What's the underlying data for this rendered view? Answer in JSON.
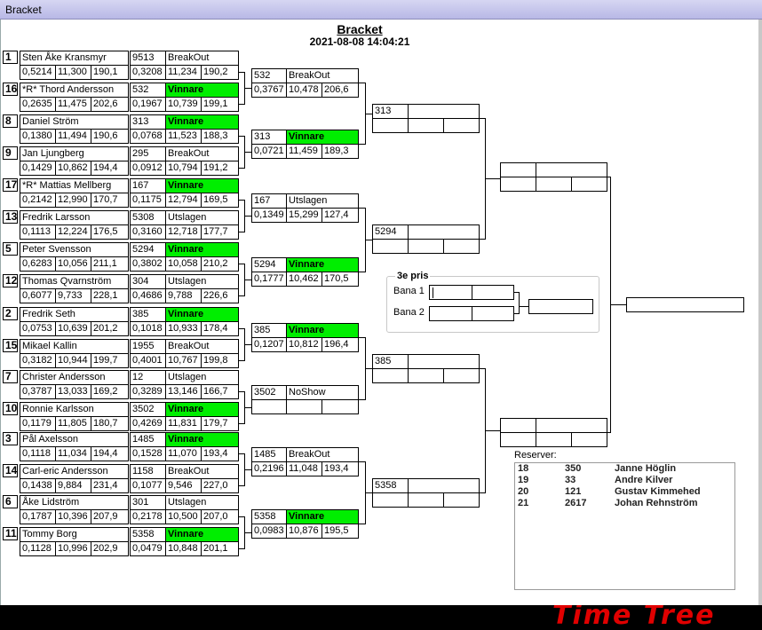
{
  "window_title": "Bracket",
  "title": "Bracket",
  "datetime": "2021-08-08 14:04:21",
  "logo_text": "Time Tree",
  "first_round": [
    {
      "seed": "1",
      "name": "Sten Åke Kransmyr",
      "stats": [
        "0,5214",
        "11,300",
        "190,1"
      ],
      "car": "9513",
      "status": "BreakOut",
      "win": false,
      "car_stats": [
        "0,3208",
        "11,234",
        "190,2"
      ]
    },
    {
      "seed": "16",
      "name": "*R* Thord Andersson",
      "stats": [
        "0,2635",
        "11,475",
        "202,6"
      ],
      "car": "532",
      "status": "Vinnare",
      "win": true,
      "car_stats": [
        "0,1967",
        "10,739",
        "199,1"
      ]
    },
    {
      "seed": "8",
      "name": "Daniel Ström",
      "stats": [
        "0,1380",
        "11,494",
        "190,6"
      ],
      "car": "313",
      "status": "Vinnare",
      "win": true,
      "car_stats": [
        "0,0768",
        "11,523",
        "188,3"
      ]
    },
    {
      "seed": "9",
      "name": "Jan Ljungberg",
      "stats": [
        "0,1429",
        "10,862",
        "194,4"
      ],
      "car": "295",
      "status": "BreakOut",
      "win": false,
      "car_stats": [
        "0,0912",
        "10,794",
        "191,2"
      ]
    },
    {
      "seed": "17",
      "name": "*R* Mattias Mellberg",
      "stats": [
        "0,2142",
        "12,990",
        "170,7"
      ],
      "car": "167",
      "status": "Vinnare",
      "win": true,
      "car_stats": [
        "0,1175",
        "12,794",
        "169,5"
      ]
    },
    {
      "seed": "13",
      "name": "Fredrik Larsson",
      "stats": [
        "0,1113",
        "12,224",
        "176,5"
      ],
      "car": "5308",
      "status": "Utslagen",
      "win": false,
      "car_stats": [
        "0,3160",
        "12,718",
        "177,7"
      ]
    },
    {
      "seed": "5",
      "name": "Peter Svensson",
      "stats": [
        "0,6283",
        "10,056",
        "211,1"
      ],
      "car": "5294",
      "status": "Vinnare",
      "win": true,
      "car_stats": [
        "0,3802",
        "10,058",
        "210,2"
      ]
    },
    {
      "seed": "12",
      "name": "Thomas Qvarnström",
      "stats": [
        "0,6077",
        "9,733",
        "228,1"
      ],
      "car": "304",
      "status": "Utslagen",
      "win": false,
      "car_stats": [
        "0,4686",
        "9,788",
        "226,6"
      ]
    },
    {
      "seed": "2",
      "name": "Fredrik Seth",
      "stats": [
        "0,0753",
        "10,639",
        "201,2"
      ],
      "car": "385",
      "status": "Vinnare",
      "win": true,
      "car_stats": [
        "0,1018",
        "10,933",
        "178,4"
      ]
    },
    {
      "seed": "15",
      "name": "Mikael Kallin",
      "stats": [
        "0,3182",
        "10,944",
        "199,7"
      ],
      "car": "1955",
      "status": "BreakOut",
      "win": false,
      "car_stats": [
        "0,4001",
        "10,767",
        "199,8"
      ]
    },
    {
      "seed": "7",
      "name": "Christer Andersson",
      "stats": [
        "0,3787",
        "13,033",
        "169,2"
      ],
      "car": "12",
      "status": "Utslagen",
      "win": false,
      "car_stats": [
        "0,3289",
        "13,146",
        "166,7"
      ]
    },
    {
      "seed": "10",
      "name": "Ronnie  Karlsson",
      "stats": [
        "0,1179",
        "11,805",
        "180,7"
      ],
      "car": "3502",
      "status": "Vinnare",
      "win": true,
      "car_stats": [
        "0,4269",
        "11,831",
        "179,7"
      ]
    },
    {
      "seed": "3",
      "name": "Pål Axelsson",
      "stats": [
        "0,1118",
        "11,034",
        "194,4"
      ],
      "car": "1485",
      "status": "Vinnare",
      "win": true,
      "car_stats": [
        "0,1528",
        "11,070",
        "193,4"
      ]
    },
    {
      "seed": "14",
      "name": "Carl-eric Andersson",
      "stats": [
        "0,1438",
        "9,884",
        "231,4"
      ],
      "car": "1158",
      "status": "BreakOut",
      "win": false,
      "car_stats": [
        "0,1077",
        "9,546",
        "227,0"
      ]
    },
    {
      "seed": "6",
      "name": "Åke Lidström",
      "stats": [
        "0,1787",
        "10,396",
        "207,9"
      ],
      "car": "301",
      "status": "Utslagen",
      "win": false,
      "car_stats": [
        "0,2178",
        "10,500",
        "207,0"
      ]
    },
    {
      "seed": "11",
      "name": "Tommy Borg",
      "stats": [
        "0,1128",
        "10,996",
        "202,9"
      ],
      "car": "5358",
      "status": "Vinnare",
      "win": true,
      "car_stats": [
        "0,0479",
        "10,848",
        "201,1"
      ]
    }
  ],
  "round2": [
    {
      "car": "532",
      "status": "BreakOut",
      "win": false,
      "stats": [
        "0,3767",
        "10,478",
        "206,6"
      ]
    },
    {
      "car": "313",
      "status": "Vinnare",
      "win": true,
      "stats": [
        "0,0721",
        "11,459",
        "189,3"
      ]
    },
    {
      "car": "167",
      "status": "Utslagen",
      "win": false,
      "stats": [
        "0,1349",
        "15,299",
        "127,4"
      ]
    },
    {
      "car": "5294",
      "status": "Vinnare",
      "win": true,
      "stats": [
        "0,1777",
        "10,462",
        "170,5"
      ]
    },
    {
      "car": "385",
      "status": "Vinnare",
      "win": true,
      "stats": [
        "0,1207",
        "10,812",
        "196,4"
      ]
    },
    {
      "car": "3502",
      "status": "NoShow",
      "win": false,
      "stats": [
        "",
        "",
        ""
      ]
    },
    {
      "car": "1485",
      "status": "BreakOut",
      "win": false,
      "stats": [
        "0,2196",
        "11,048",
        "193,4"
      ]
    },
    {
      "car": "5358",
      "status": "Vinnare",
      "win": true,
      "stats": [
        "0,0983",
        "10,876",
        "195,5"
      ]
    }
  ],
  "round3": [
    "313",
    "5294",
    "385",
    "5358"
  ],
  "third_prize": {
    "title": "3e pris",
    "lane1": "Bana 1",
    "lane2": "Bana 2"
  },
  "reserves": {
    "title": "Reserver:",
    "rows": [
      [
        "18",
        "350",
        "Janne Höglin"
      ],
      [
        "19",
        "33",
        "Andre Kilver"
      ],
      [
        "20",
        "121",
        "Gustav Kimmehed"
      ],
      [
        "21",
        "2617",
        "Johan Rehnström"
      ]
    ]
  }
}
